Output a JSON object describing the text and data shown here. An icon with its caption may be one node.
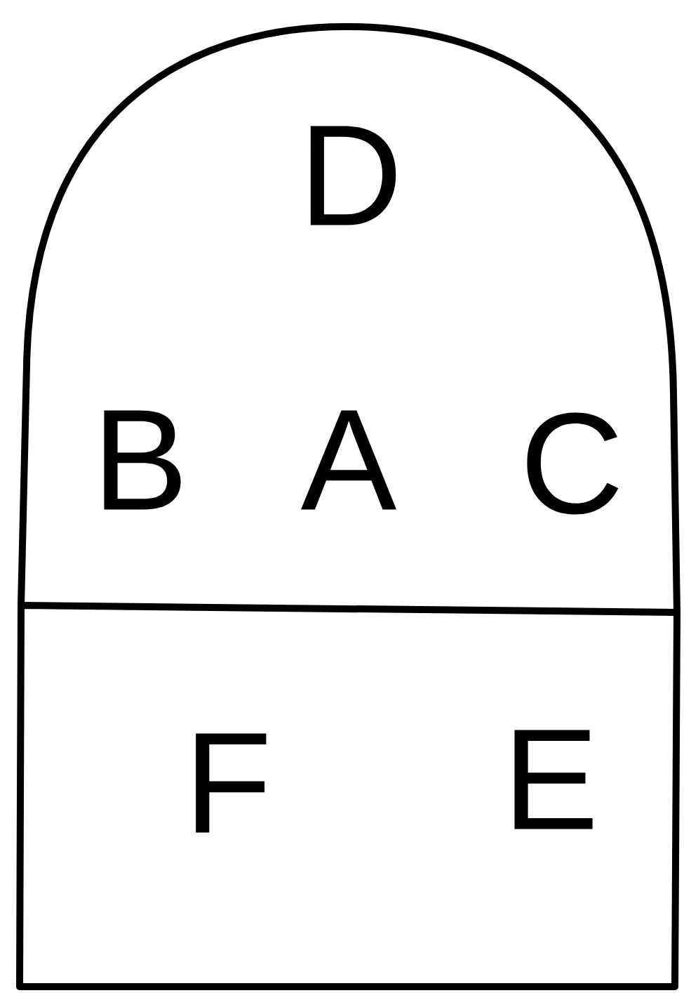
{
  "diagram": {
    "nodes": [
      {
        "text": [
          "D",
          "B",
          "A",
          "C"
        ]
      },
      {
        "text": [
          "F",
          "E"
        ]
      }
    ]
  }
}
